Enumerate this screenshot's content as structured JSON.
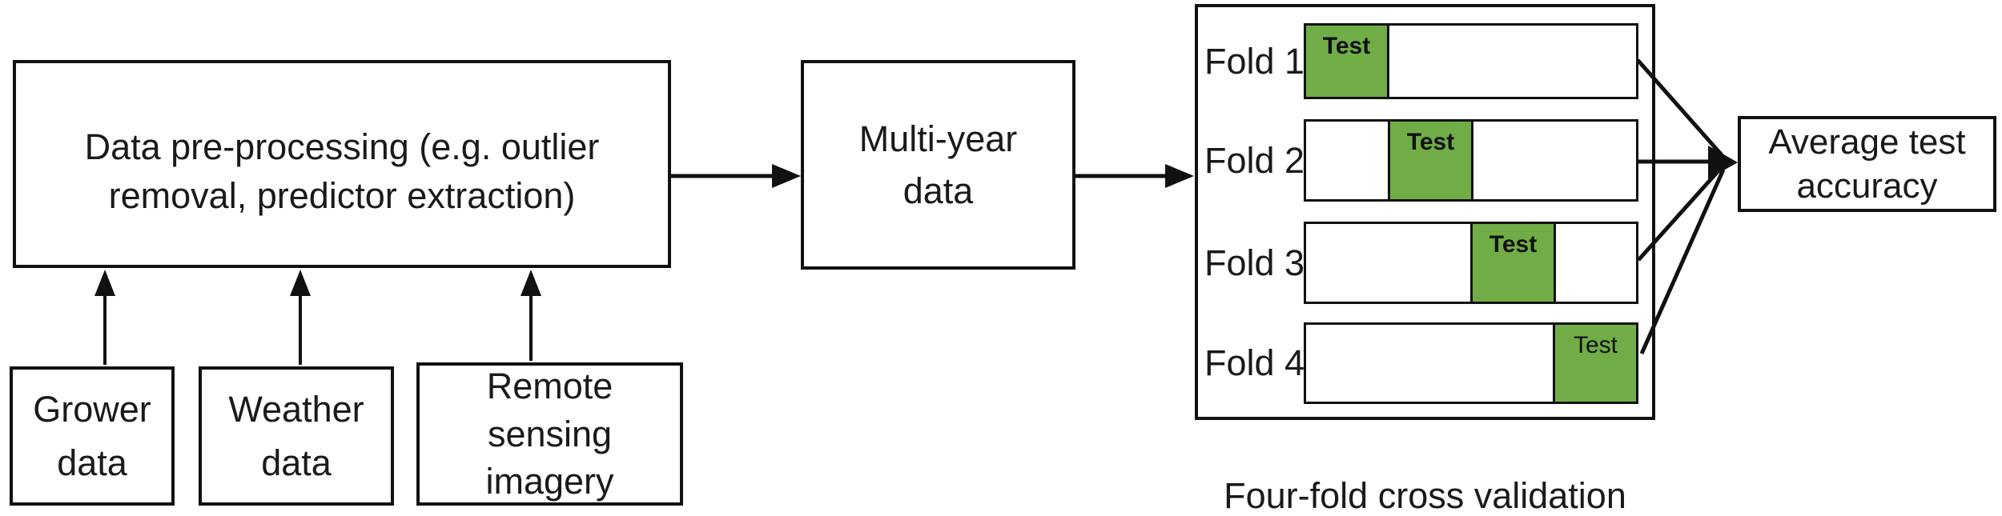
{
  "colors": {
    "test_green": "#70AD47",
    "stroke": "#111111"
  },
  "preprocessing_box": {
    "lines": [
      "Data pre-processing (e.g. outlier",
      "removal, predictor extraction)"
    ]
  },
  "multiyear_box": {
    "lines": [
      "Multi-year",
      "data"
    ]
  },
  "average_box": {
    "lines": [
      "Average test",
      "accuracy"
    ]
  },
  "source_boxes": [
    {
      "id": "grower",
      "lines": [
        "Grower",
        "data"
      ]
    },
    {
      "id": "weather",
      "lines": [
        "Weather",
        "data"
      ]
    },
    {
      "id": "remote-sensing",
      "lines": [
        "Remote",
        "sensing",
        "imagery"
      ]
    }
  ],
  "cross_validation": {
    "caption": "Four-fold cross validation",
    "folds": [
      {
        "label": "Fold 1",
        "test_label": "Test",
        "test_segment": 1,
        "segments": 4
      },
      {
        "label": "Fold 2",
        "test_label": "Test",
        "test_segment": 2,
        "segments": 4
      },
      {
        "label": "Fold 3",
        "test_label": "Test",
        "test_segment": 3,
        "segments": 4
      },
      {
        "label": "Fold 4",
        "test_label": "Test",
        "test_segment": 4,
        "segments": 4
      }
    ]
  }
}
